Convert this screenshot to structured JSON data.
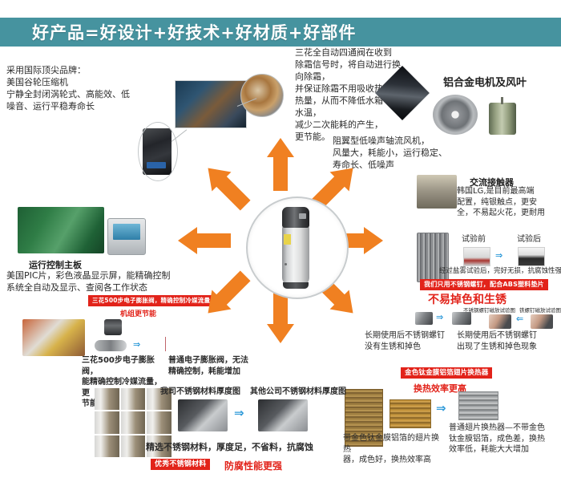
{
  "banner": {
    "title": "好产品=好设计+好技术+好材质+好部件",
    "bg_color": "#46939f",
    "text_color": "#ffffff"
  },
  "accent_colors": {
    "arrow_orange": "#f08021",
    "highlight_red": "#e2231a",
    "chevron_blue": "#2f9ad9"
  },
  "blocks": {
    "compressor": {
      "text": "采用国际顶尖品牌：\n美国谷轮压缩机\n宁静全封闭涡轮式、高能效、低\n噪音、运行平稳寿命长"
    },
    "four_way_valve": {
      "text": "三花全自动四通阀在收到\n除霜信号时，将自动进行换向除霜，\n并保证除霜不用吸收热水\n热量，从而不降低水箱\n水温，\n减少二次能耗的产生，\n更节能。"
    },
    "motor_fan": {
      "heading": "铝合金电机及风叶"
    },
    "axial_fan": {
      "text": "阻翼型低噪声轴流风机，\n风量大，耗能小，运行稳定、\n寿命长、低噪声"
    },
    "contactor": {
      "heading": "交流接触器",
      "text": "韩国LG,是目前最高端\n配置，纯银触点，更安\n全，不易起火花，更耐用"
    },
    "salt_spray": {
      "label_before": "试验前",
      "label_after": "试验后",
      "caption": "经过盐雾试验后，完好无损，抗腐蚀性强",
      "ribbon": "我们只用不锈钢螺钉，配合ABS塑料垫片",
      "red_title": "不易掉色和生锈",
      "img_caption_left": "不锈钢螺钉磁放试验图",
      "img_caption_right": "铁螺钉磁放试验图"
    },
    "screws": {
      "left_text": "长期使用后不锈钢螺钉\n没有生锈和掉色",
      "right_text": "长期使用后不锈钢螺钉\n出现了生锈和掉色现象"
    },
    "heat_exchanger": {
      "ribbon": "金色钛金膜铝箔翅片换热器",
      "red_title": "换热效率更高",
      "left_text": "带金色钛金膜铝箔的翅片换热\n器，成色好，换热效率高",
      "right_text": "普通翅片换热器—不带金色\n钛金膜铝箔，成色差，换热\n效率低，耗能大大增加"
    },
    "mainboard": {
      "heading": "运行控制主板",
      "text": "美国PIC片，彩色液晶显示屏，能精确控制\n系统全自动及显示、查阅各工作状态"
    },
    "expansion_valve": {
      "ribbon": "三花500步电子膨胀阀，精确控制冷媒流量",
      "red_title": "机组更节能",
      "left_text": "三花500步电子膨胀阀，\n能精确控制冷媒流量，更\n节能",
      "right_text": "普通电子膨胀阀，无法\n精确控制，耗能增加"
    },
    "stainless": {
      "caption_left": "我司不锈钢材料厚度图",
      "caption_right": "其他公司不锈钢材料厚度图",
      "text": "精选不锈钢材料，厚度足，不省料，抗腐蚀",
      "ribbon": "优秀不锈钢材料",
      "red_title": "防腐性能更强"
    }
  },
  "icons": {
    "chevron_right_double": "⇒",
    "chevron_left_double": "⇐"
  }
}
